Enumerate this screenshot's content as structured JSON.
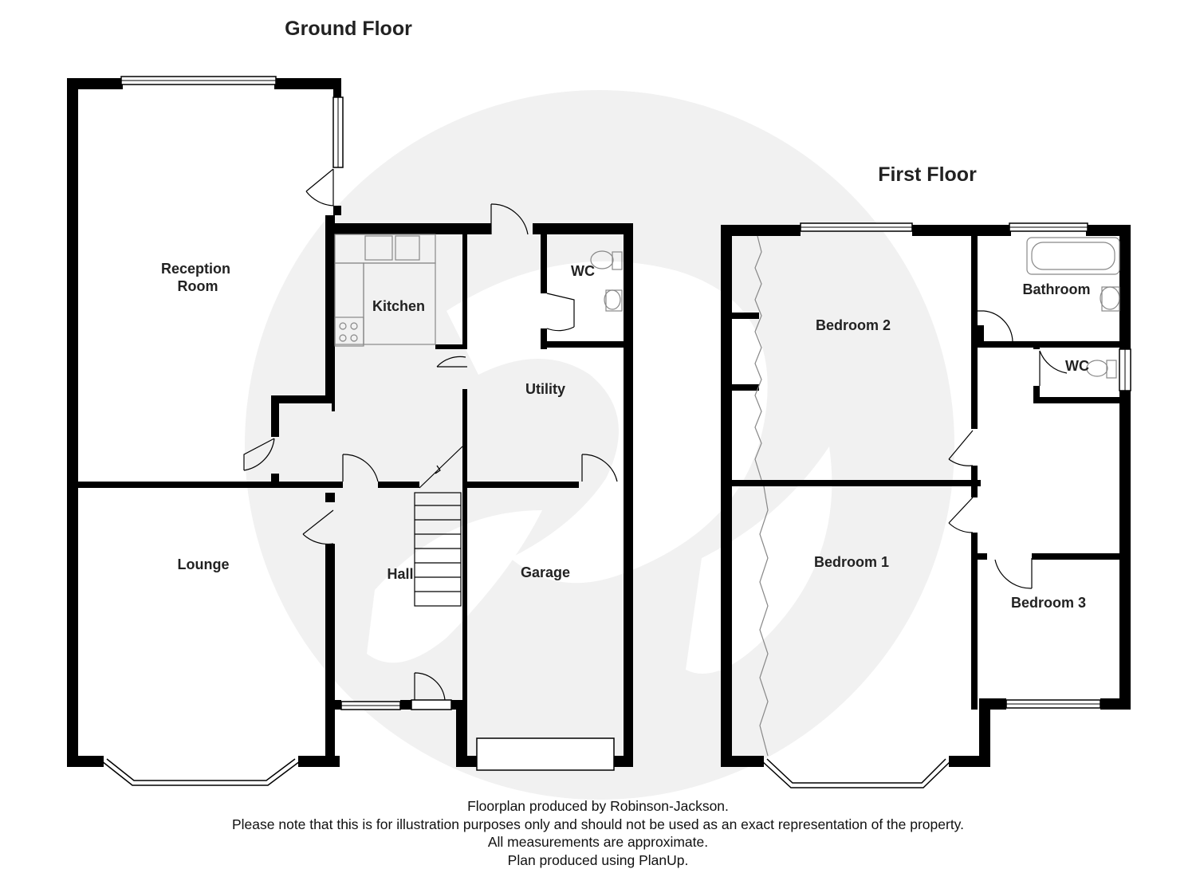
{
  "floors": {
    "ground": {
      "title": "Ground Floor",
      "rooms": {
        "reception": [
          "Reception",
          "Room"
        ],
        "kitchen": "Kitchen",
        "wc": "WC",
        "utility": "Utility",
        "lounge": "Lounge",
        "hall": "Hall",
        "garage": "Garage"
      }
    },
    "first": {
      "title": "First Floor",
      "rooms": {
        "bedroom2": "Bedroom 2",
        "bathroom": "Bathroom",
        "wc": "WC",
        "bedroom1": "Bedroom 1",
        "bedroom3": "Bedroom 3"
      }
    }
  },
  "footer": {
    "line1": "Floorplan produced by Robinson-Jackson.",
    "line2": "Please note that this is for illustration purposes only and should not be used as an exact representation of the property.",
    "line3": "All measurements are approximate.",
    "line4": "Plan produced using PlanUp."
  },
  "colors": {
    "wall": "#000000",
    "fixture": "#888888",
    "watermark": "#f2f2f2"
  }
}
